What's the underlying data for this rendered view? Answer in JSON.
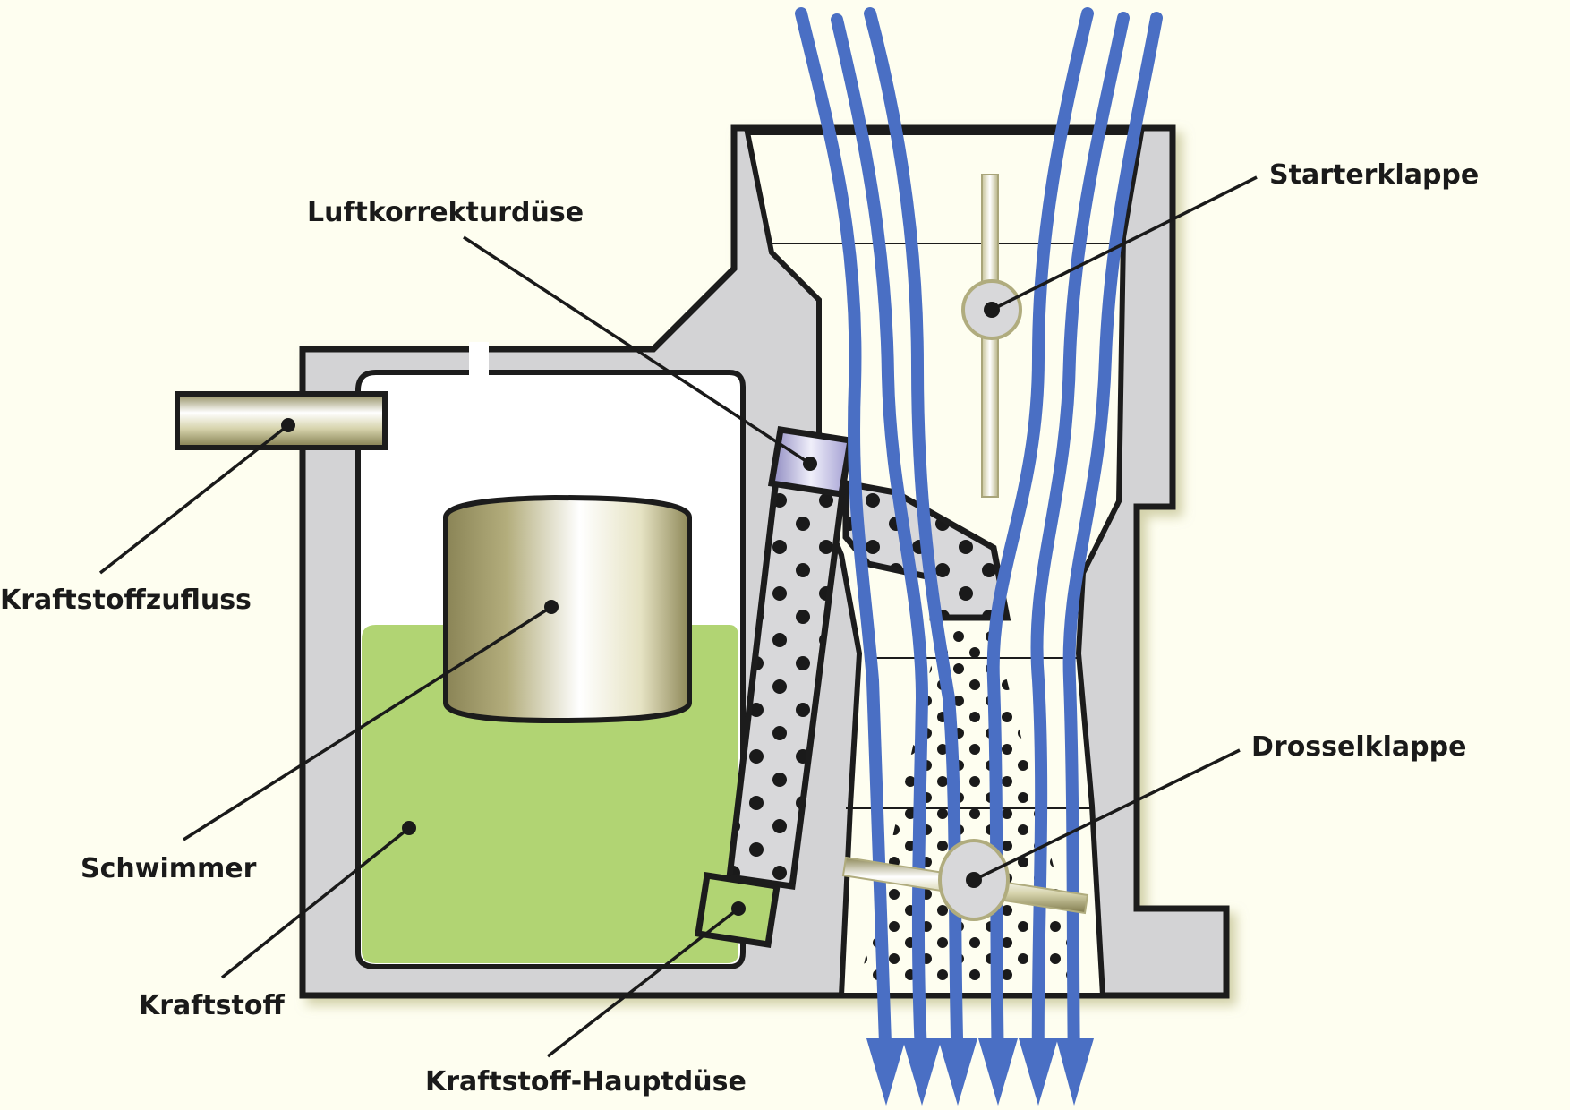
{
  "title": "Vergaser (Funktionsschema)",
  "colors": {
    "background": "#fefef0",
    "housing": "#d3d3d5",
    "outline": "#1c1c1c",
    "air_flow": "#4a6fc4",
    "fuel": "#b1d473",
    "float": "#a39d6a",
    "air_correction_jet": "#c0bde0"
  },
  "labels": {
    "luftkorrekturduese": "Luftkorrekturdüse",
    "starterklappe": "Starterklappe",
    "kraftstoffzufluss": "Kraftstoffzufluss",
    "schwimmer": "Schwimmer",
    "kraftstoff": "Kraftstoff",
    "kraftstoff_hauptduese": "Kraftstoff-Hauptdüse",
    "drosselklappe": "Drosselklappe"
  },
  "air_streams": {
    "inlet_count": 6,
    "outlet_arrows": 6
  }
}
